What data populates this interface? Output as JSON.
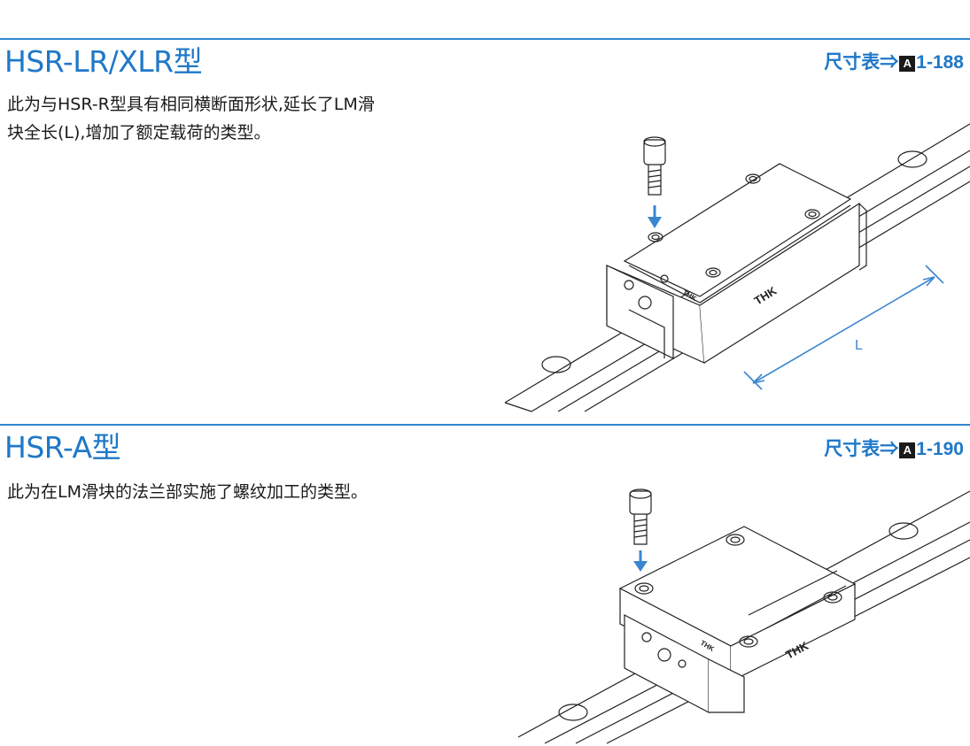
{
  "sections": [
    {
      "title": "HSR-LR/XLR型",
      "ref_prefix": "尺寸表⇒",
      "ref_badge": "A",
      "ref_page": "1-188",
      "description_lines": [
        "此为与HSR-R型具有相同横断面形状,延长了LM滑",
        "块全长(L),增加了额定载荷的类型。"
      ],
      "figure": {
        "dimension_label": "L",
        "logo_front": "THK",
        "logo_side": "THK"
      }
    },
    {
      "title": "HSR-A型",
      "ref_prefix": "尺寸表⇒",
      "ref_badge": "A",
      "ref_page": "1-190",
      "description_lines": [
        "此为在LM滑块的法兰部实施了螺纹加工的类型。"
      ],
      "figure": {
        "logo_front": "THK",
        "logo_side": "THK"
      }
    }
  ],
  "colors": {
    "accent": "#1f78c8",
    "rule": "#2f86d0",
    "arrow": "#3a86d0"
  }
}
